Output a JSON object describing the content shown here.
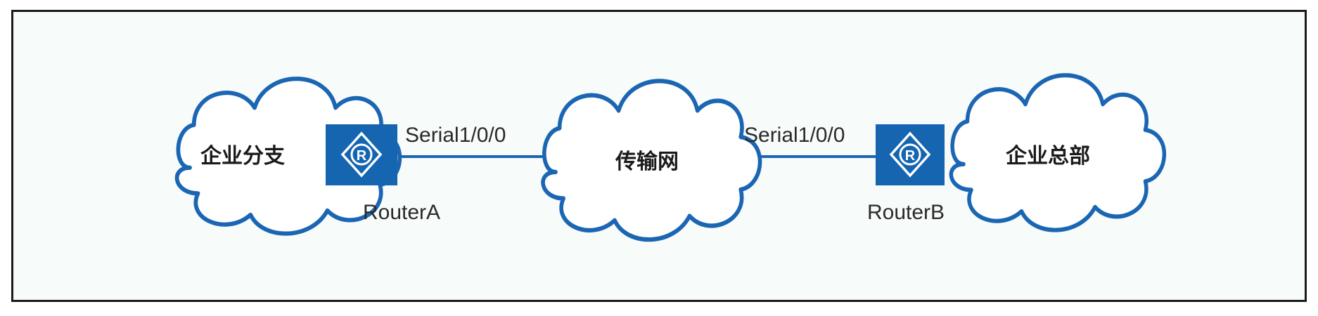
{
  "diagram": {
    "clouds": {
      "branch": {
        "label": "企业分支"
      },
      "transport": {
        "label": "传输网"
      },
      "headquarters": {
        "label": "企业总部"
      }
    },
    "routers": {
      "a": {
        "name": "RouterA",
        "port": "Serial1/0/0",
        "glyph": "R"
      },
      "b": {
        "name": "RouterB",
        "port": "Serial1/0/0",
        "glyph": "R"
      }
    },
    "colors": {
      "cloud_outline": "#1b66b3",
      "router_fill": "#1565b0",
      "link": "#1b66b3",
      "frame": "#1a1a1a"
    },
    "icons": {
      "cloud": "cloud-icon",
      "router": "router-icon"
    }
  }
}
